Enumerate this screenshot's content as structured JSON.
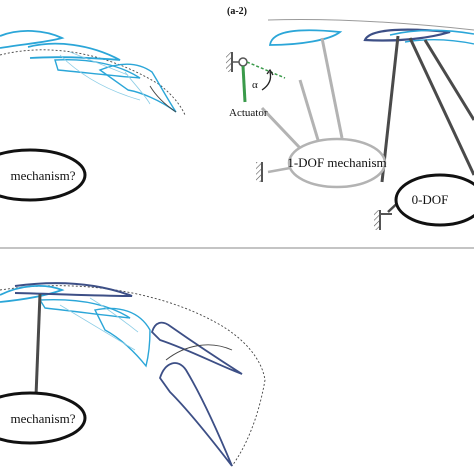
{
  "panel_label": "(a-2)",
  "actuator_label": "Actuator",
  "alpha_symbol": "α",
  "nodes": {
    "top_left_mechanism": "mechanism?",
    "one_dof": "1-DOF mechanism",
    "zero_dof": "0-DOF",
    "bottom_left_mechanism": "mechanism?"
  },
  "colors": {
    "flap_light": "#2ba6d8",
    "flap_dark": "#3d4f86",
    "link_dark": "#4a4a4a",
    "link_light": "#b3b3b3",
    "actuator_link": "#3a9a4a",
    "ground": "#555555"
  }
}
